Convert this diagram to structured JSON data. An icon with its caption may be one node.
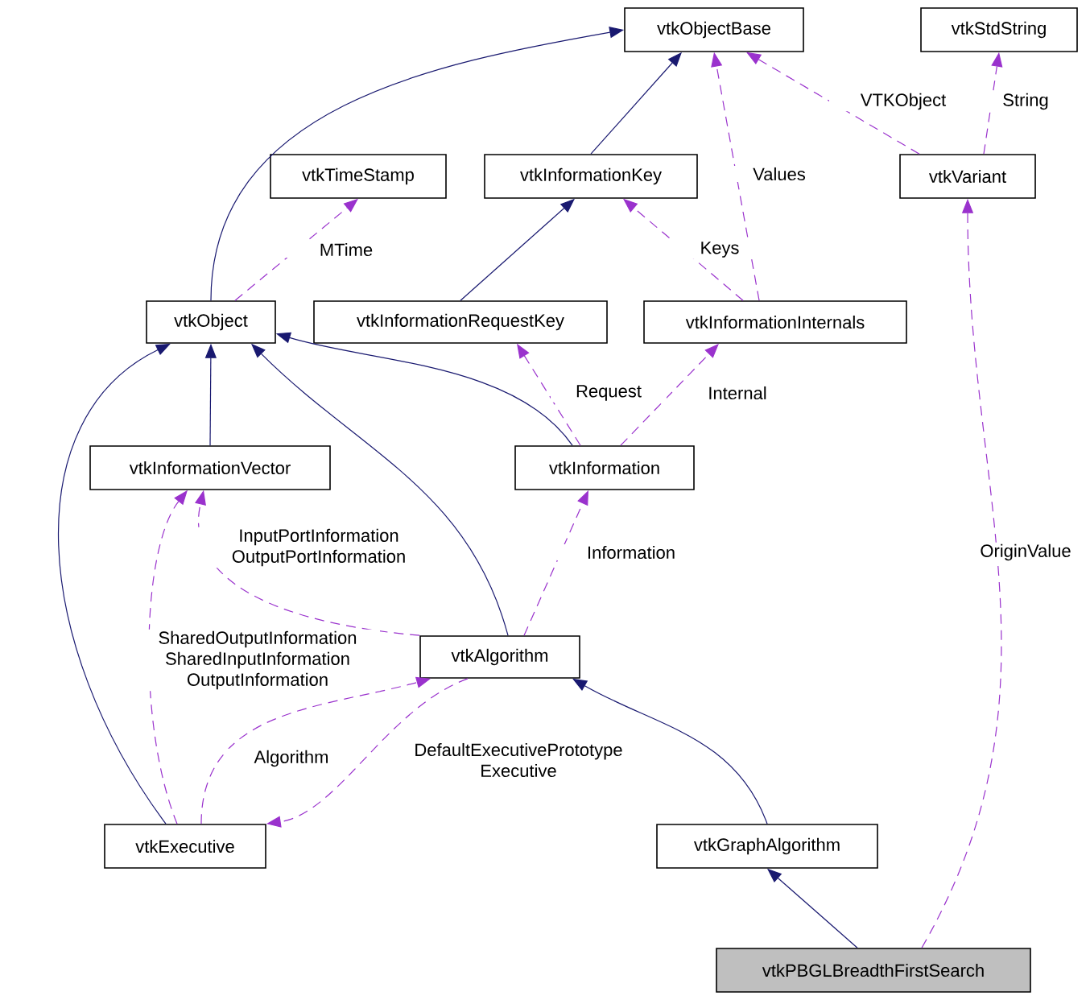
{
  "diagram": {
    "nodes": [
      {
        "text": [
          "vtkObjectBase"
        ]
      },
      {
        "text": [
          "vtkStdString"
        ]
      },
      {
        "text": [
          "vtkTimeStamp"
        ]
      },
      {
        "text": [
          "vtkInformationKey"
        ]
      },
      {
        "text": [
          "vtkVariant"
        ]
      },
      {
        "text": [
          "vtkObject"
        ]
      },
      {
        "text": [
          "vtkInformationRequestKey"
        ]
      },
      {
        "text": [
          "vtkInformationInternals"
        ]
      },
      {
        "text": [
          "vtkInformationVector"
        ]
      },
      {
        "text": [
          "vtkInformation"
        ]
      },
      {
        "text": [
          "vtkAlgorithm"
        ]
      },
      {
        "text": [
          "vtkExecutive"
        ]
      },
      {
        "text": [
          "vtkGraphAlgorithm"
        ]
      },
      {
        "text": [
          "vtkPBGLBreadthFirstSearch"
        ]
      }
    ],
    "edges": [
      {
        "from": 5,
        "to": 0,
        "arrow": "to",
        "color": "#191970"
      },
      {
        "from": 3,
        "to": 0,
        "arrow": "to",
        "color": "#191970"
      },
      {
        "from": 6,
        "to": 3,
        "arrow": "to",
        "color": "#191970"
      },
      {
        "from": 9,
        "to": 5,
        "arrow": "to",
        "color": "#191970"
      },
      {
        "from": 8,
        "to": 5,
        "arrow": "to",
        "color": "#191970"
      },
      {
        "from": 10,
        "to": 5,
        "arrow": "to",
        "color": "#191970"
      },
      {
        "from": 11,
        "to": 5,
        "arrow": "to",
        "color": "#191970"
      },
      {
        "from": 12,
        "to": 10,
        "arrow": "to",
        "color": "#191970"
      },
      {
        "from": 13,
        "to": 12,
        "arrow": "to",
        "color": "#191970"
      },
      {
        "from": 5,
        "to": 2,
        "arrow": "to",
        "label": "MTime",
        "style": "dashed",
        "color": "#9a32cd"
      },
      {
        "from": 7,
        "to": 0,
        "arrow": "to",
        "label": "Values",
        "style": "dashed",
        "color": "#9a32cd"
      },
      {
        "from": 4,
        "to": 0,
        "arrow": "to",
        "label": "VTKObject",
        "style": "dashed",
        "color": "#9a32cd"
      },
      {
        "from": 4,
        "to": 1,
        "arrow": "to",
        "label": "String",
        "style": "dashed",
        "color": "#9a32cd"
      },
      {
        "from": 7,
        "to": 3,
        "arrow": "to",
        "label": "Keys",
        "style": "dashed",
        "color": "#9a32cd"
      },
      {
        "from": 9,
        "to": 6,
        "arrow": "to",
        "label": "Request",
        "style": "dashed",
        "color": "#9a32cd"
      },
      {
        "from": 9,
        "to": 7,
        "arrow": "to",
        "label": "Internal",
        "style": "dashed",
        "color": "#9a32cd"
      },
      {
        "from": 10,
        "to": 9,
        "arrow": "to",
        "label": "Information",
        "style": "dashed",
        "color": "#9a32cd"
      },
      {
        "from": 10,
        "to": 8,
        "arrow": "to",
        "label": "InputPortInformation OutputPortInformation",
        "style": "dashed",
        "color": "#9a32cd"
      },
      {
        "from": 11,
        "to": 8,
        "arrow": "to",
        "label": "SharedOutputInformation SharedInputInformation OutputInformation",
        "style": "dashed",
        "color": "#9a32cd"
      },
      {
        "from": 11,
        "to": 10,
        "arrow": "to",
        "label": "Algorithm",
        "style": "dashed",
        "color": "#9a32cd"
      },
      {
        "from": 10,
        "to": 11,
        "arrow": "to",
        "label": "DefaultExecutivePrototype Executive",
        "style": "dashed",
        "color": "#9a32cd"
      },
      {
        "from": 13,
        "to": 4,
        "arrow": "to",
        "label": "OriginValue",
        "style": "dashed",
        "color": "#9a32cd"
      }
    ]
  }
}
